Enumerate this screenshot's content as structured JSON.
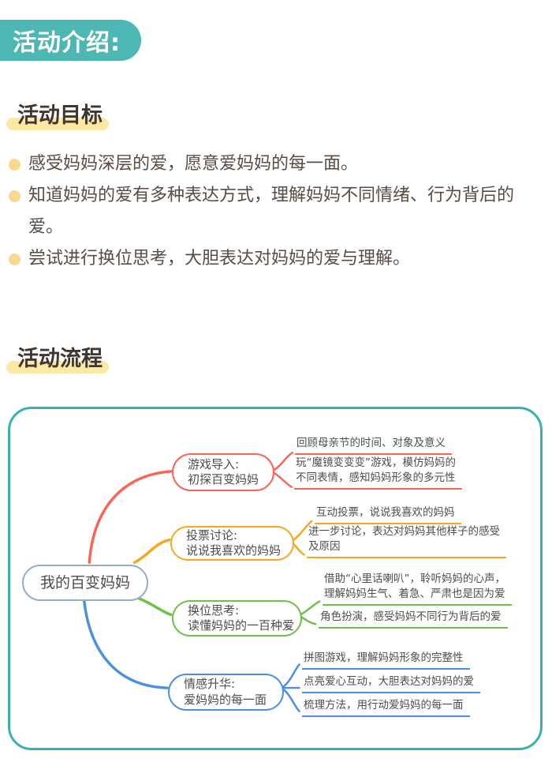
{
  "header": {
    "badge": "活动介绍:"
  },
  "goals": {
    "heading": "活动目标",
    "items": [
      "感受妈妈深层的爱，愿意爱妈妈的每一面。",
      "知道妈妈的爱有多种表达方式，理解妈妈不同情绪、行为背后的爱。",
      "尝试进行换位思考，大胆表达对妈妈的爱与理解。"
    ]
  },
  "process": {
    "heading": "活动流程"
  },
  "mindmap": {
    "root": "我的百变妈妈",
    "branches": [
      {
        "name": "游戏导入",
        "color": "#fa6655",
        "title": [
          "游戏导入:",
          "初探百变妈妈"
        ],
        "items": [
          {
            "lines": [
              "回顾母亲节的时间、对象及意义"
            ]
          },
          {
            "lines": [
              "玩“魔镜变变变”游戏，模仿妈妈的",
              "不同表情，感知妈妈形象的多元性"
            ]
          }
        ]
      },
      {
        "name": "投票讨论",
        "color": "#f6a71f",
        "title": [
          "投票讨论:",
          "说说我喜欢的妈妈"
        ],
        "items": [
          {
            "lines": [
              "互动投票，说说我喜欢的妈妈"
            ]
          },
          {
            "lines": [
              "进一步讨论，表达对妈妈其他样子的感受",
              "及原因"
            ]
          }
        ]
      },
      {
        "name": "换位思考",
        "color": "#6ec24b",
        "title": [
          "换位思考:",
          "读懂妈妈的一百种爱"
        ],
        "items": [
          {
            "lines": [
              "借助“心里话喇叭”，聆听妈妈的心声，",
              "理解妈妈生气、着急、严肃也是因为爱"
            ]
          },
          {
            "lines": [
              "角色扮演，感受妈妈不同行为背后的爱"
            ]
          }
        ]
      },
      {
        "name": "情感升华",
        "color": "#4a90e2",
        "title": [
          "情感升华:",
          "爱妈妈的每一面"
        ],
        "items": [
          {
            "lines": [
              "拼图游戏，理解妈妈形象的完整性"
            ]
          },
          {
            "lines": [
              "点亮爱心互动，大胆表达对妈妈的爱"
            ]
          },
          {
            "lines": [
              "梳理方法，用行动爱妈妈的每一面"
            ]
          }
        ]
      }
    ]
  },
  "colors": {
    "badge_teal": "#4db7b3",
    "panel_border_teal": "#3bb1ae",
    "heading_highlight_yellow": "#fce9a6",
    "bullet_yellow": "#f8d98f",
    "body_text": "#594c44",
    "heading_text": "#3f3630",
    "map_text": "#4d4d4d",
    "branch_red": "#fa6655",
    "branch_orange": "#f6a71f",
    "branch_green": "#6ec24b",
    "branch_blue": "#4a90e2",
    "root_border": "#97aacf"
  }
}
